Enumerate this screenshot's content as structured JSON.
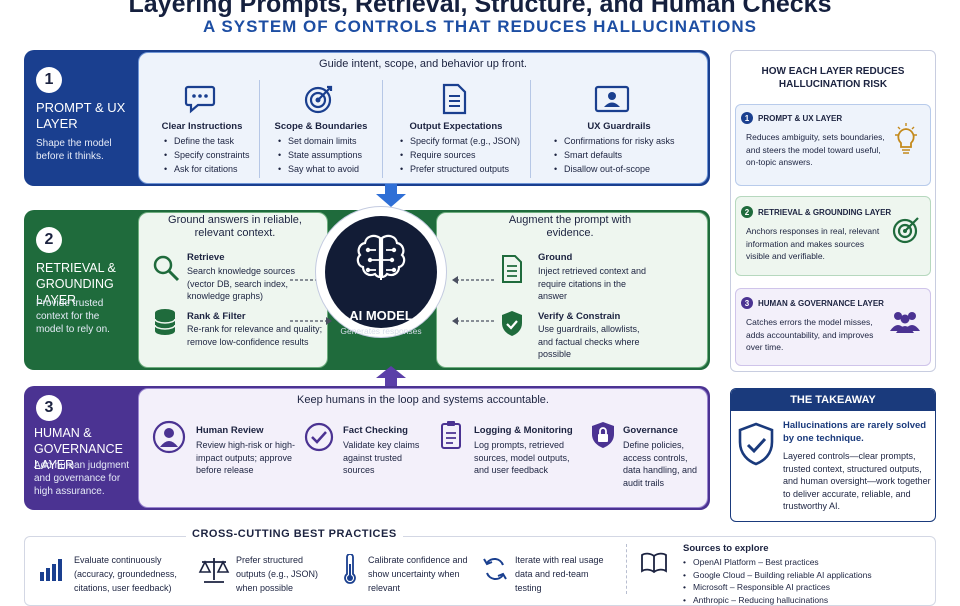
{
  "header": {
    "title": "Layering Prompts, Retrieval, Structure, and Human Checks",
    "subtitle": "A SYSTEM OF CONTROLS THAT REDUCES HALLUCINATIONS"
  },
  "layer1": {
    "num": "1",
    "title": "PROMPT & UX LAYER",
    "desc": "Shape the model before it thinks.",
    "heading": "Guide intent, scope, and behavior up front.",
    "columns": [
      {
        "icon": "chat-bubble-icon",
        "title": "Clear Instructions",
        "bullets": [
          "Define the task",
          "Specify constraints",
          "Ask for citations"
        ]
      },
      {
        "icon": "target-icon",
        "title": "Scope & Boundaries",
        "bullets": [
          "Set domain limits",
          "State assumptions",
          "Say what to avoid"
        ]
      },
      {
        "icon": "document-icon",
        "title": "Output Expectations",
        "bullets": [
          "Specify format (e.g., JSON)",
          "Require sources",
          "Prefer structured outputs"
        ]
      },
      {
        "icon": "user-card-icon",
        "title": "UX Guardrails",
        "bullets": [
          "Confirmations for risky asks",
          "Smart defaults",
          "Disallow out-of-scope"
        ]
      }
    ]
  },
  "layer2": {
    "num": "2",
    "title": "RETRIEVAL & GROUNDING LAYER",
    "desc": "Provide trusted context for the model to rely on.",
    "left_heading": "Ground answers in reliable, relevant context.",
    "right_heading": "Augment the prompt with evidence.",
    "left_items": [
      {
        "icon": "magnifier-icon",
        "title": "Retrieve",
        "desc": "Search knowledge sources (vector DB, search index, knowledge graphs)"
      },
      {
        "icon": "database-icon",
        "title": "Rank & Filter",
        "desc": "Re-rank for relevance and quality; remove low-confidence results"
      }
    ],
    "right_items": [
      {
        "icon": "document-icon",
        "title": "Ground",
        "desc": "Inject retrieved context and require citations in the answer"
      },
      {
        "icon": "shield-check-icon",
        "title": "Verify & Constrain",
        "desc": "Use guardrails, allowlists, and factual checks where possible"
      }
    ]
  },
  "model": {
    "title": "AI MODEL",
    "subtitle": "Generates responses"
  },
  "layer3": {
    "num": "3",
    "title": "HUMAN & GOVERNANCE LAYER",
    "desc": "Add human judgment and governance for high assurance.",
    "heading": "Keep humans in the loop and systems accountable.",
    "columns": [
      {
        "icon": "person-icon",
        "title": "Human Review",
        "desc": "Review high-risk or high-impact outputs; approve before release"
      },
      {
        "icon": "checkmark-circle-icon",
        "title": "Fact Checking",
        "desc": "Validate key claims against trusted sources"
      },
      {
        "icon": "clipboard-icon",
        "title": "Logging & Monitoring",
        "desc": "Log prompts, retrieved sources, model outputs, and user feedback"
      },
      {
        "icon": "shield-lock-icon",
        "title": "Governance",
        "desc": "Define policies, access controls, data handling, and audit trails"
      }
    ]
  },
  "right_panel": {
    "title": "HOW EACH LAYER REDUCES HALLUCINATION RISK",
    "cards": [
      {
        "num": "1",
        "title": "PROMPT & UX LAYER",
        "desc": "Reduces ambiguity, sets boundaries, and steers the model toward useful, on-topic answers.",
        "icon": "lightbulb-icon"
      },
      {
        "num": "2",
        "title": "RETRIEVAL & GROUNDING LAYER",
        "desc": "Anchors responses in real, relevant information and makes sources visible and verifiable.",
        "icon": "target-icon"
      },
      {
        "num": "3",
        "title": "HUMAN & GOVERNANCE LAYER",
        "desc": "Catches errors the model misses, adds accountability, and improves over time.",
        "icon": "people-icon"
      }
    ]
  },
  "takeaway": {
    "title": "THE TAKEAWAY",
    "bold": "Hallucinations are rarely solved by one technique.",
    "body": "Layered controls—clear prompts, trusted context, structured outputs, and human oversight—work together to deliver accurate, reliable, and trustworthy AI."
  },
  "best_practices": {
    "title": "CROSS-CUTTING BEST PRACTICES",
    "items": [
      {
        "icon": "bar-chart-icon",
        "text": "Evaluate continuously (accuracy, groundedness, citations, user feedback)"
      },
      {
        "icon": "scales-icon",
        "text": "Prefer structured outputs (e.g., JSON) when possible"
      },
      {
        "icon": "thermometer-icon",
        "text": "Calibrate confidence and show uncertainty when relevant"
      },
      {
        "icon": "cycle-arrows-icon",
        "text": "Iterate with real usage data and red-team testing"
      }
    ],
    "sources_title": "Sources to explore",
    "sources": [
      "OpenAI Platform – Best practices",
      "Google Cloud – Building reliable AI applications",
      "Microsoft – Responsible AI practices",
      "Anthropic – Reducing hallucinations"
    ]
  },
  "colors": {
    "blue": "#1a3f8f",
    "green": "#1f6b3c",
    "purple": "#4b3392",
    "navy": "#121c36"
  }
}
